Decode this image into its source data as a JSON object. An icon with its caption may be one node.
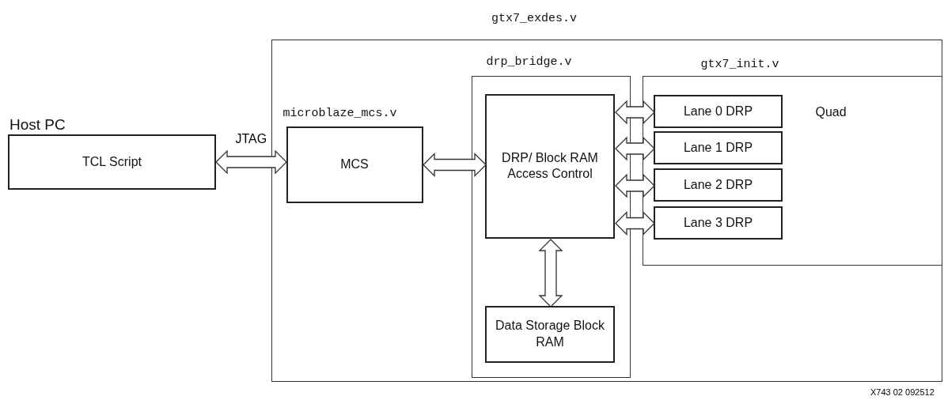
{
  "diagram": {
    "nodes": [
      {
        "text": [
          "Host PC",
          "TCL Script"
        ]
      },
      {
        "text": [
          "gtx7_exdes.v"
        ]
      },
      {
        "text": [
          "microblaze_mcs.v",
          "MCS"
        ],
        "in": 1
      },
      {
        "text": [
          "drp_bridge.v"
        ],
        "in": 1
      },
      {
        "text": [
          "DRP/ Block RAM Access Control"
        ],
        "in": 3
      },
      {
        "text": [
          "Data Storage Block RAM"
        ],
        "in": 3
      },
      {
        "text": [
          "gtx7_init.v",
          "Quad"
        ],
        "in": 1
      },
      {
        "text": [
          "Lane 0 DRP"
        ],
        "in": 6
      },
      {
        "text": [
          "Lane 1 DRP"
        ],
        "in": 6
      },
      {
        "text": [
          "Lane 2 DRP"
        ],
        "in": 6
      },
      {
        "text": [
          "Lane 3 DRP"
        ],
        "in": 6
      }
    ],
    "edges": [
      {
        "from": 0,
        "to": 2,
        "arrow": "both",
        "label": "JTAG"
      },
      {
        "from": 2,
        "to": 4,
        "arrow": "both"
      },
      {
        "from": 4,
        "to": 5,
        "arrow": "both"
      },
      {
        "from": 4,
        "to": 7,
        "arrow": "both"
      },
      {
        "from": 4,
        "to": 8,
        "arrow": "both"
      },
      {
        "from": 4,
        "to": 9,
        "arrow": "both"
      },
      {
        "from": 4,
        "to": 10,
        "arrow": "both"
      }
    ],
    "labels": [
      "X743 02 092512"
    ]
  }
}
